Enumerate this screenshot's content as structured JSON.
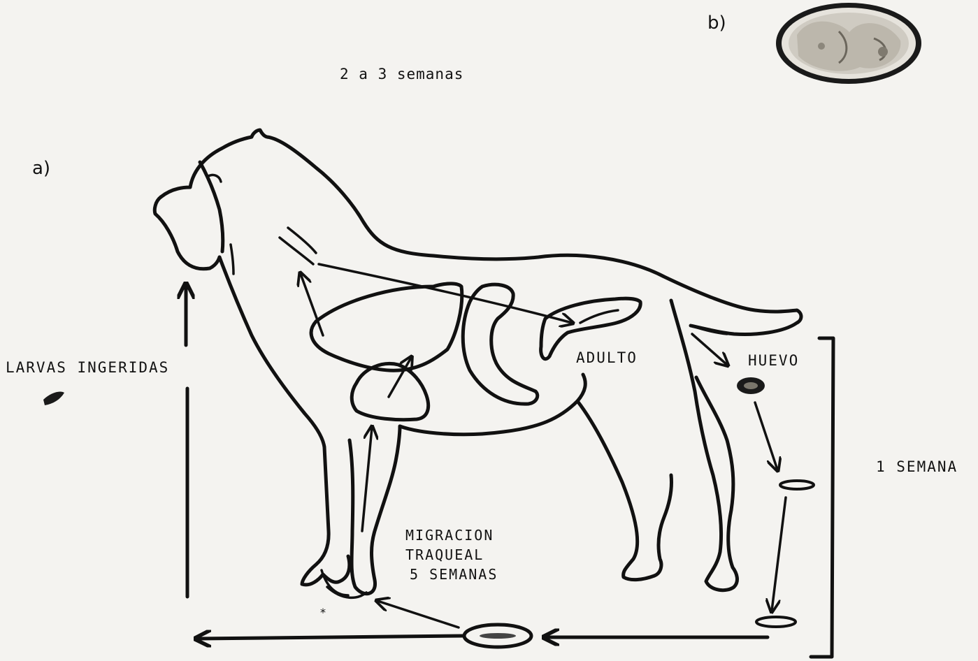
{
  "labels": {
    "panel_a": "a)",
    "panel_b": "b)",
    "duration_top": "2 a 3 semanas",
    "larvas": "LARVAS INGERIDAS",
    "adulto": "ADULTO",
    "huevo": "HUEVO",
    "one_week": "1 SEMANA",
    "migration_line1": "MIGRACION",
    "migration_line2": "TRAQUEAL",
    "migration_line3": "5 SEMANAS"
  },
  "colors": {
    "ink": "#111111",
    "paper": "#f4f3f0",
    "egg_fill": "#d9d6cf"
  }
}
